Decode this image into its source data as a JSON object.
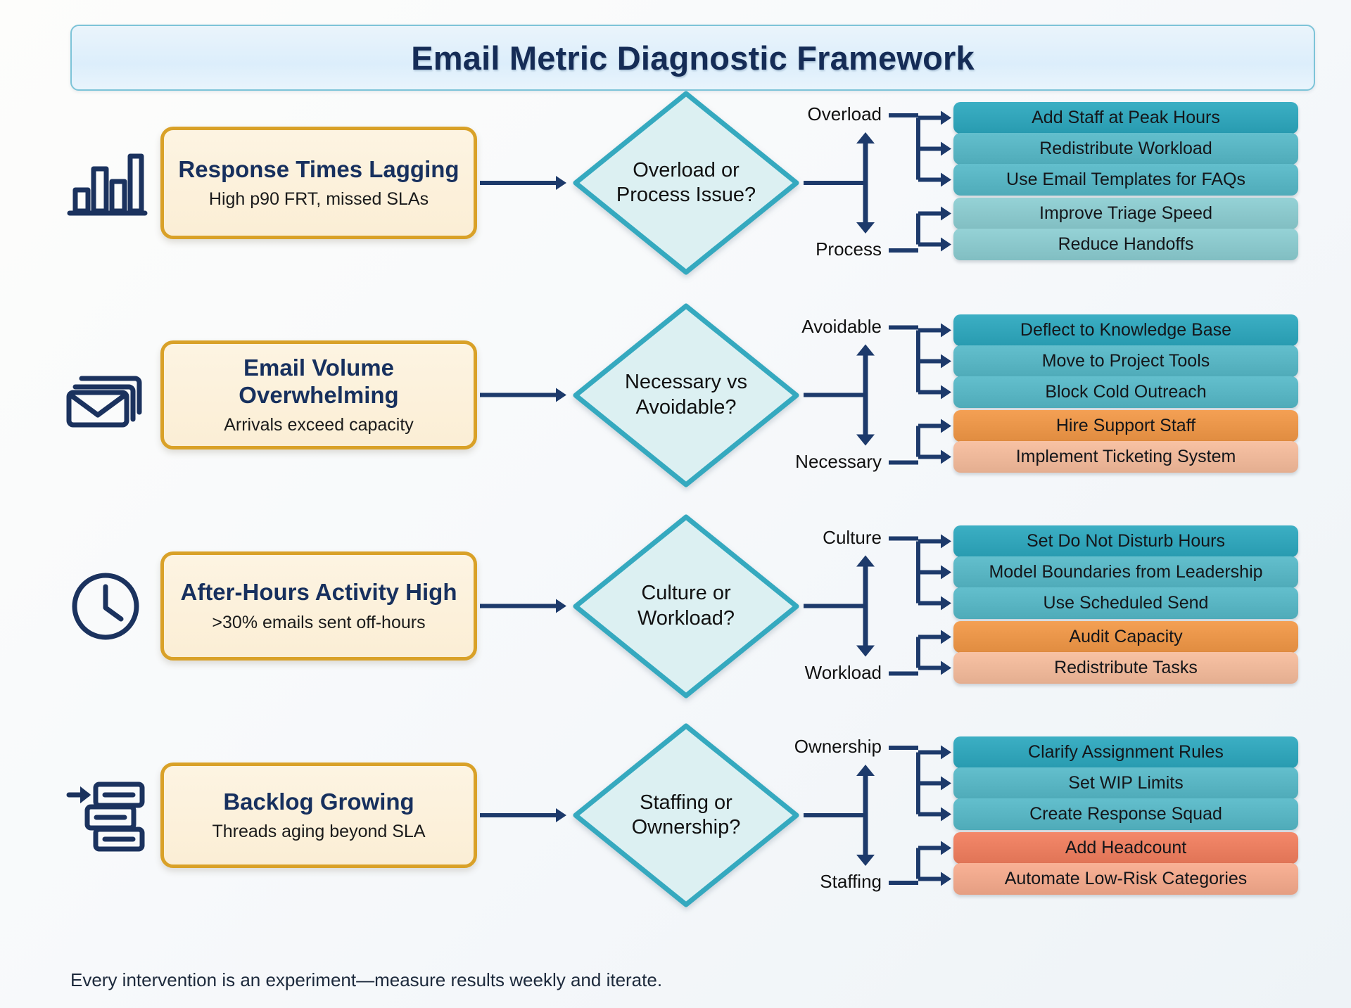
{
  "header": {
    "title": "Email Metric Diagnostic Framework"
  },
  "footer": {
    "note": "Every intervention is an experiment—measure results weekly and iterate."
  },
  "palette": {
    "card_border": "#d9a128",
    "card_fill": "#fbeed5",
    "diamond_border": "#35a9bf",
    "diamond_fill": "#dcf0f2",
    "connector": "#1d3a6b",
    "teal_dark": "#3cafc4",
    "teal_mid": "#63bfcd",
    "teal_light": "#95d2d6",
    "orange_dark": "#f4a054",
    "orange_light": "#f8c2a4",
    "coral_dark": "#f4886a",
    "coral_light": "#f9b296",
    "title_text": "#152c56"
  },
  "rows": [
    {
      "icon": "bar-chart-icon",
      "problem": {
        "title": "Response Times Lagging",
        "subtitle": "High p90 FRT, missed SLAs"
      },
      "decision": "Overload or Process Issue?",
      "branches": [
        {
          "label": "Overload",
          "actions": [
            {
              "text": "Add Staff at Peak Hours",
              "color": "teal_dark"
            },
            {
              "text": "Redistribute Workload",
              "color": "teal_mid"
            },
            {
              "text": "Use Email Templates for FAQs",
              "color": "teal_mid"
            }
          ]
        },
        {
          "label": "Process",
          "actions": [
            {
              "text": "Improve Triage Speed",
              "color": "teal_light"
            },
            {
              "text": "Reduce Handoffs",
              "color": "teal_light"
            }
          ]
        }
      ]
    },
    {
      "icon": "stacked-envelopes-icon",
      "problem": {
        "title": "Email Volume Overwhelming",
        "subtitle": "Arrivals exceed capacity"
      },
      "decision": "Necessary vs Avoidable?",
      "branches": [
        {
          "label": "Avoidable",
          "actions": [
            {
              "text": "Deflect to Knowledge Base",
              "color": "teal_dark"
            },
            {
              "text": "Move to Project Tools",
              "color": "teal_mid"
            },
            {
              "text": "Block Cold Outreach",
              "color": "teal_mid"
            }
          ]
        },
        {
          "label": "Necessary",
          "actions": [
            {
              "text": "Hire Support Staff",
              "color": "orange_dark"
            },
            {
              "text": "Implement Ticketing System",
              "color": "orange_light"
            }
          ]
        }
      ]
    },
    {
      "icon": "clock-icon",
      "problem": {
        "title": "After-Hours Activity High",
        "subtitle": ">30% emails sent off-hours"
      },
      "decision": "Culture or Workload?",
      "branches": [
        {
          "label": "Culture",
          "actions": [
            {
              "text": "Set Do Not Disturb Hours",
              "color": "teal_dark"
            },
            {
              "text": "Model Boundaries from Leadership",
              "color": "teal_mid"
            },
            {
              "text": "Use Scheduled Send",
              "color": "teal_mid"
            }
          ]
        },
        {
          "label": "Workload",
          "actions": [
            {
              "text": "Audit Capacity",
              "color": "orange_dark"
            },
            {
              "text": "Redistribute Tasks",
              "color": "orange_light"
            }
          ]
        }
      ]
    },
    {
      "icon": "backlog-stack-icon",
      "problem": {
        "title": "Backlog Growing",
        "subtitle": "Threads aging beyond SLA"
      },
      "decision": "Staffing or Ownership?",
      "branches": [
        {
          "label": "Ownership",
          "actions": [
            {
              "text": "Clarify Assignment Rules",
              "color": "teal_dark"
            },
            {
              "text": "Set WIP Limits",
              "color": "teal_mid"
            },
            {
              "text": "Create Response Squad",
              "color": "teal_mid"
            }
          ]
        },
        {
          "label": "Staffing",
          "actions": [
            {
              "text": "Add Headcount",
              "color": "coral_dark"
            },
            {
              "text": "Automate Low-Risk Categories",
              "color": "coral_light"
            }
          ]
        }
      ]
    }
  ]
}
